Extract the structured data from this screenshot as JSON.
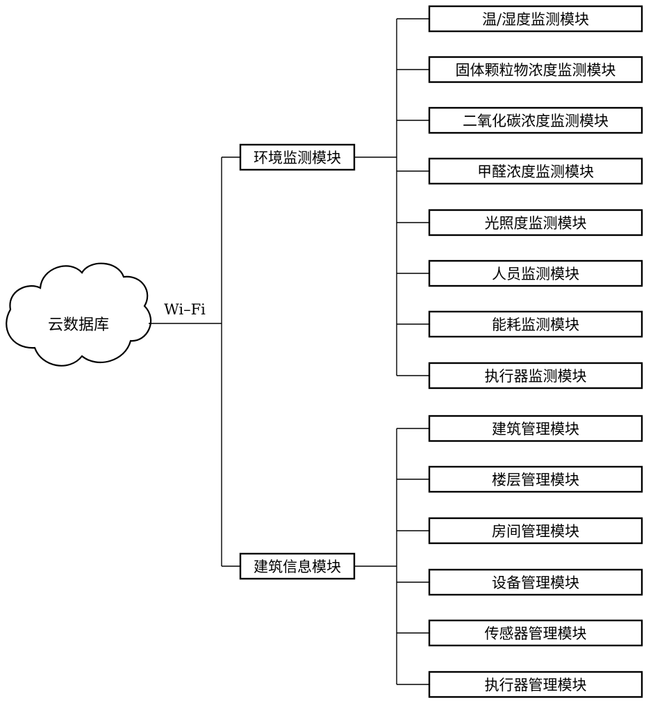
{
  "cloud": {
    "label": "云数据库"
  },
  "connection": {
    "label": "Wi–Fi"
  },
  "modules": [
    {
      "name": "环境监测模块",
      "children": [
        "温/湿度监测模块",
        "固体颗粒物浓度监测模块",
        "二氧化碳浓度监测模块",
        "甲醛浓度监测模块",
        "光照度监测模块",
        "人员监测模块",
        "能耗监测模块",
        "执行器监测模块"
      ]
    },
    {
      "name": "建筑信息模块",
      "children": [
        "建筑管理模块",
        "楼层管理模块",
        "房间管理模块",
        "设备管理模块",
        "传感器管理模块",
        "执行器管理模块"
      ]
    }
  ]
}
